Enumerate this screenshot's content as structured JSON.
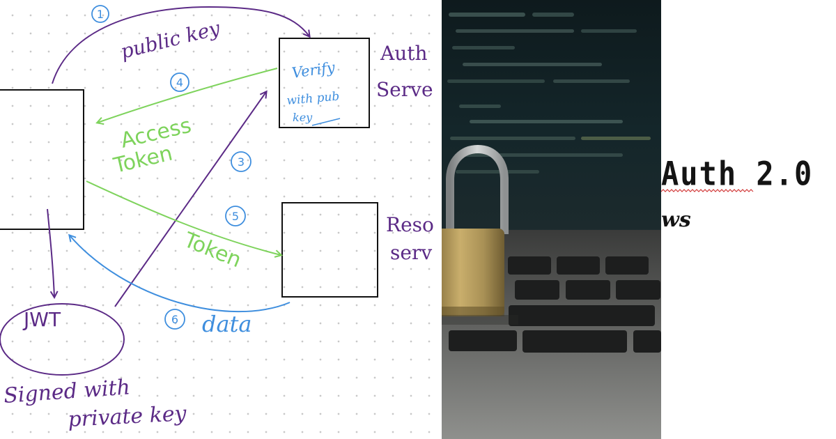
{
  "diagram": {
    "step_numbers": [
      "1",
      "3",
      "4",
      "5",
      "6"
    ],
    "public_key_label": "public key",
    "verify_label_line1": "Verify",
    "verify_label_line2": "with pub",
    "verify_label_line3": "key",
    "auth_label_line1": "Auth",
    "auth_label_line2": "Serve",
    "access_token_line1": "Access",
    "access_token_line2": "Token",
    "token_label": "Token",
    "resource_label_line1": "Reso",
    "resource_label_line2": "serv",
    "jwt_label": "JWT",
    "data_label": "data",
    "signed_line1": "Signed with",
    "signed_line2": "private key",
    "colors": {
      "purple": "#5b2a86",
      "green": "#7ed35c",
      "blue": "#3e8ede",
      "ink": "#111111"
    }
  },
  "title": {
    "main": "Auth 2.0",
    "sub": "ws"
  }
}
